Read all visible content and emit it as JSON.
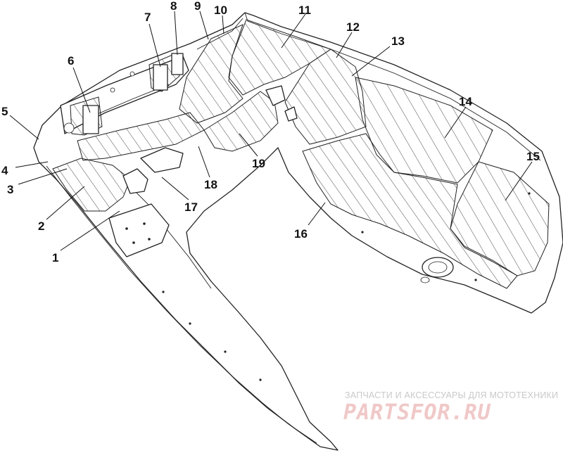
{
  "callouts": [
    {
      "n": "1"
    },
    {
      "n": "2"
    },
    {
      "n": "3"
    },
    {
      "n": "4"
    },
    {
      "n": "5"
    },
    {
      "n": "6"
    },
    {
      "n": "7"
    },
    {
      "n": "8"
    },
    {
      "n": "9"
    },
    {
      "n": "10"
    },
    {
      "n": "11"
    },
    {
      "n": "12"
    },
    {
      "n": "13"
    },
    {
      "n": "14"
    },
    {
      "n": "15"
    },
    {
      "n": "16"
    },
    {
      "n": "17"
    },
    {
      "n": "18"
    },
    {
      "n": "19"
    }
  ],
  "watermark": {
    "tagline": "ЗАПЧАСТИ И АКСЕССУАРЫ ДЛЯ МОТОТЕХНИКИ",
    "logo": "PARTSFOR.RU"
  },
  "colors": {
    "line": "#222222",
    "background": "#ffffff",
    "watermark_text": "#c9c9c9",
    "watermark_logo": "#f0c8c8"
  }
}
